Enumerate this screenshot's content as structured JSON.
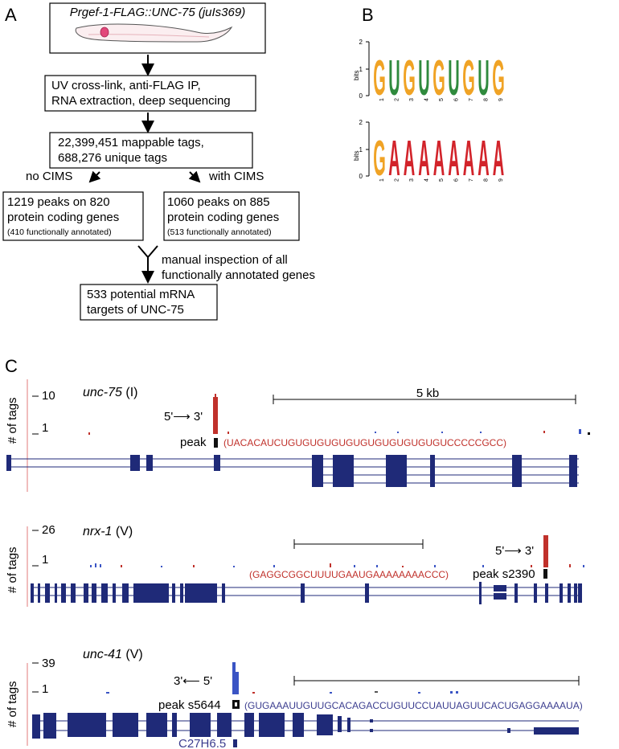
{
  "panels": {
    "a": "A",
    "b": "B",
    "c": "C"
  },
  "flowchart": {
    "top_box": "Prgef-1-FLAG::UNC-75 (juIs369)",
    "step2_line1": "UV cross-link, anti-FLAG IP,",
    "step2_line2": "RNA extraction, deep sequencing",
    "step3_line1": "22,399,451 mappable tags,",
    "step3_line2": "688,276 unique tags",
    "branch_left": "no CIMS",
    "branch_right": "with CIMS",
    "left_line1": "1219 peaks on 820",
    "left_line2": "protein coding genes",
    "left_line3": "(410 functionally annotated)",
    "right_line1": "1060 peaks on 885",
    "right_line2": "protein coding genes",
    "right_line3": "(513 functionally annotated)",
    "merge_line1": "manual inspection of all",
    "merge_line2": "functionally annotated genes",
    "final_line1": "533 potential mRNA",
    "final_line2": "targets of UNC-75"
  },
  "logos": {
    "ylabel": "bits",
    "y_ticks": [
      "2",
      "1",
      "0"
    ],
    "positions": [
      "1",
      "2",
      "3",
      "4",
      "5",
      "6",
      "7",
      "8",
      "9"
    ],
    "logo1_letters": [
      "G",
      "U",
      "G",
      "U",
      "G",
      "U",
      "G",
      "U",
      "G"
    ],
    "logo2_letters": [
      "G",
      "A",
      "A",
      "A",
      "A",
      "A",
      "A",
      "A",
      "A"
    ],
    "colors": {
      "G": "#f0a325",
      "U": "#2f8a3d",
      "A": "#d2232a",
      "C": "#3c59b7"
    }
  },
  "tracks": {
    "ylabel": "# of tags",
    "unc75": {
      "gene": "unc-75",
      "chrom": "(I)",
      "ymax": "10",
      "ymin": "1",
      "scale": "5 kb",
      "orientation": "5'⟶ 3'",
      "peak": "peak",
      "seq": "(UACACAUCUGUGUGUGUGUGUGUGUGUGUGUCCCCCGCC)"
    },
    "nrx1": {
      "gene": "nrx-1",
      "chrom": "(V)",
      "ymax": "26",
      "ymin": "1",
      "orientation": "5'⟶ 3'",
      "peak": "peak s2390",
      "seq": "(GAGGCGGCUUUUGAAUGAAAAAAAACCC)"
    },
    "unc41": {
      "gene": "unc-41",
      "chrom": "(V)",
      "ymax": "39",
      "ymin": "1",
      "orientation": "3'⟵ 5'",
      "peak": "peak s5644",
      "seq": "(GUGAAAUUGUUGCACAGACCUGUUCCUAUUAGUUCACUGAGGAAAAUA)",
      "neighbor_gene": "C27H6.5"
    }
  },
  "colors": {
    "gene_model": "#1f2a78",
    "plus_strand_peak": "#c0312b",
    "minus_strand_peak": "#3a54c4",
    "axis": "#e07a7a"
  }
}
